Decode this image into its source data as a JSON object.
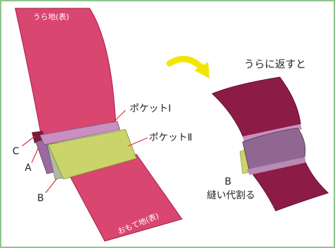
{
  "labels": {
    "back_fabric_front": "うら地(表)",
    "outer_fabric_front": "おもて地(表)",
    "pocket_1": "ポケットⅠ",
    "pocket_2": "ポケットⅡ",
    "mark_c": "C",
    "mark_a": "A",
    "mark_b_left": "B",
    "flip_caption": "うらに返すと",
    "mark_b_right": "B",
    "seam_caption": "縫い代割る"
  },
  "colors": {
    "frame_border": "#8fc48f",
    "fabric_pink": "#d9466f",
    "fabric_dark": "#8c1c46",
    "pocket_pink": "#c98fc0",
    "pocket_green": "#c9d46a",
    "pocket_purple": "#8f6790",
    "arrow_yellow": "#f2e600",
    "leader_red": "#e0283c"
  },
  "icons": {
    "flip_arrow": "curved-arrow-icon"
  }
}
